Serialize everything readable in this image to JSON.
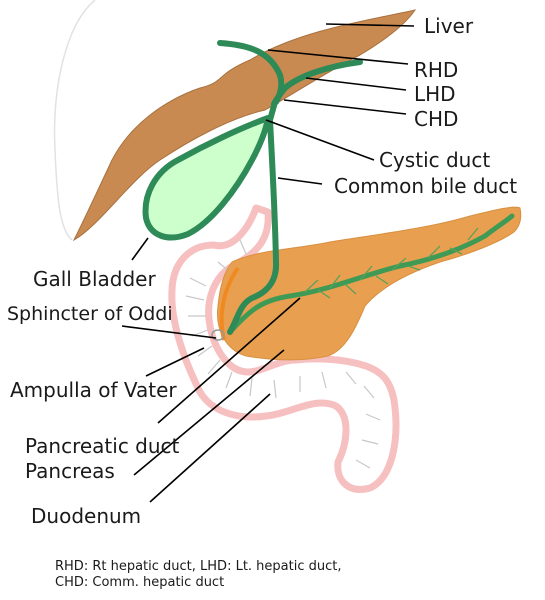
{
  "labels": {
    "liver": "Liver",
    "rhd": "RHD",
    "lhd": "LHD",
    "chd": "CHD",
    "cystic_duct": "Cystic duct",
    "common_bile_duct": "Common bile duct",
    "gall_bladder": "Gall Bladder",
    "sphincter_of_oddi": "Sphincter of Oddi",
    "ampulla_of_vater": "Ampulla of Vater",
    "pancreatic_duct": "Pancreatic duct",
    "pancreas": "Pancreas",
    "duodenum": "Duodenum"
  },
  "footnote": {
    "line1": "RHD: Rt hepatic duct, LHD: Lt. hepatic duct,",
    "line2": "CHD: Comm. hepatic duct"
  },
  "colors": {
    "liver": "#c98a52",
    "liver_outline": "#e6e6e6",
    "gall_bladder_fill": "#ccffcc",
    "bile_duct": "#2e8b57",
    "pancreas": "#e8a050",
    "duodenum_outline": "#f7c0c0",
    "pancreatic_duct": "#4a9a4a"
  }
}
